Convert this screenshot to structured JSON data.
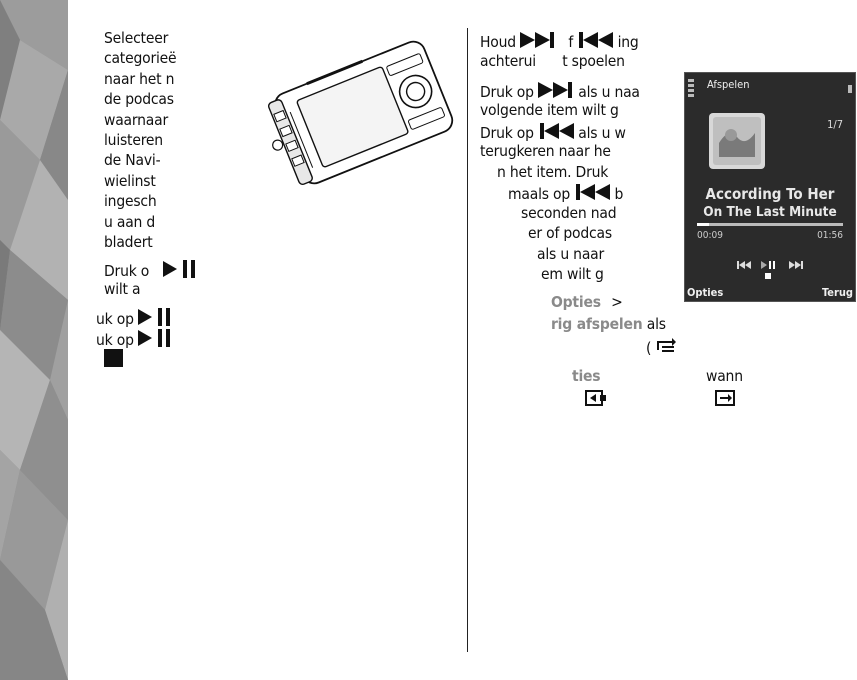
{
  "left_column": {
    "paragraph_1": [
      "Selecteer",
      "categorieë",
      "naar het n",
      "de podcas",
      "waarnaar",
      "luisteren",
      "de Navi-",
      "wielinst",
      "ingesch",
      "u aan d",
      "bladert"
    ],
    "paragraph_2": [
      "Druk o",
      "wilt a"
    ],
    "lines_3": [
      "uk op",
      "uk op"
    ]
  },
  "right_column": {
    "para_1_line_1_a": "Houd",
    "para_1_line_1_b": "f",
    "para_1_line_1_c": "ing",
    "para_1_line_2_a": "achterui",
    "para_1_line_2_b": "t spoelen",
    "para_2_line_1_a": "Druk op",
    "para_2_line_1_b": "als u naa",
    "para_2_line_2": "volgende item wilt g",
    "para_2_line_3_a": "Druk op",
    "para_2_line_3_b": "als u w",
    "para_2_line_4": "terugkeren naar he",
    "para_2_line_5": "n het item. Druk",
    "para_2_line_6_a": "maals op",
    "para_2_line_6_b": "b",
    "para_2_line_7": "seconden nad",
    "para_2_line_8": "er of podcas",
    "para_2_line_9": "als u naar",
    "para_2_line_10": "em wilt g",
    "opties_label": "Opties",
    "opties_arrow": ">",
    "rig_afspelen": "rig afspelen",
    "als": "als",
    "paren_open": "(",
    "ties": "ties",
    "wann": "wann"
  },
  "player": {
    "title": "Afspelen",
    "count": "1/7",
    "artist": "According To Her",
    "track": "On The Last Minute",
    "elapsed": "00:09",
    "duration": "01:56",
    "progress_fraction": 0.08,
    "soft_left": "Opties",
    "soft_right": "Terug"
  },
  "icons": {
    "next": "next-track-icon",
    "prev": "previous-track-icon",
    "play_pause": "play-pause-icon",
    "stop": "stop-icon",
    "repeat_all": "repeat-icon",
    "shuffle": "shuffle-icon",
    "repeat_one": "repeat-one-icon"
  },
  "colors": {
    "highlight": "#8a8a8a",
    "screen_bg": "#2b2b2b"
  }
}
